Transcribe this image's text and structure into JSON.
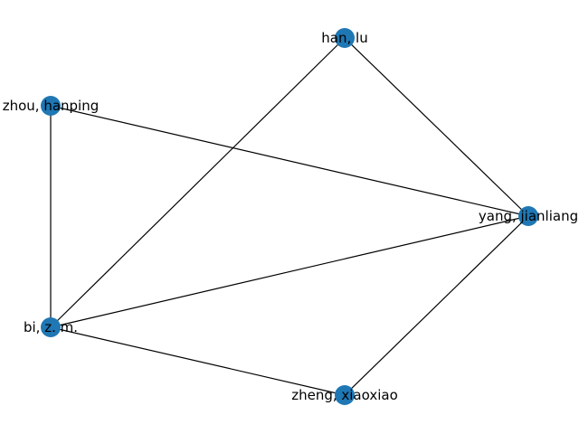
{
  "graph": {
    "node_color": "#1f77b4",
    "edge_color": "#000000",
    "nodes": [
      {
        "id": "han",
        "label": "han, lu"
      },
      {
        "id": "zhou",
        "label": "zhou, hanping"
      },
      {
        "id": "yang",
        "label": "yang, jianliang"
      },
      {
        "id": "bi",
        "label": "bi, z. m."
      },
      {
        "id": "zheng",
        "label": "zheng, xiaoxiao"
      }
    ],
    "edges": [
      {
        "source": "han",
        "target": "yang"
      },
      {
        "source": "han",
        "target": "bi"
      },
      {
        "source": "zhou",
        "target": "yang"
      },
      {
        "source": "zhou",
        "target": "bi"
      },
      {
        "source": "yang",
        "target": "bi"
      },
      {
        "source": "yang",
        "target": "zheng"
      },
      {
        "source": "bi",
        "target": "zheng"
      }
    ]
  }
}
